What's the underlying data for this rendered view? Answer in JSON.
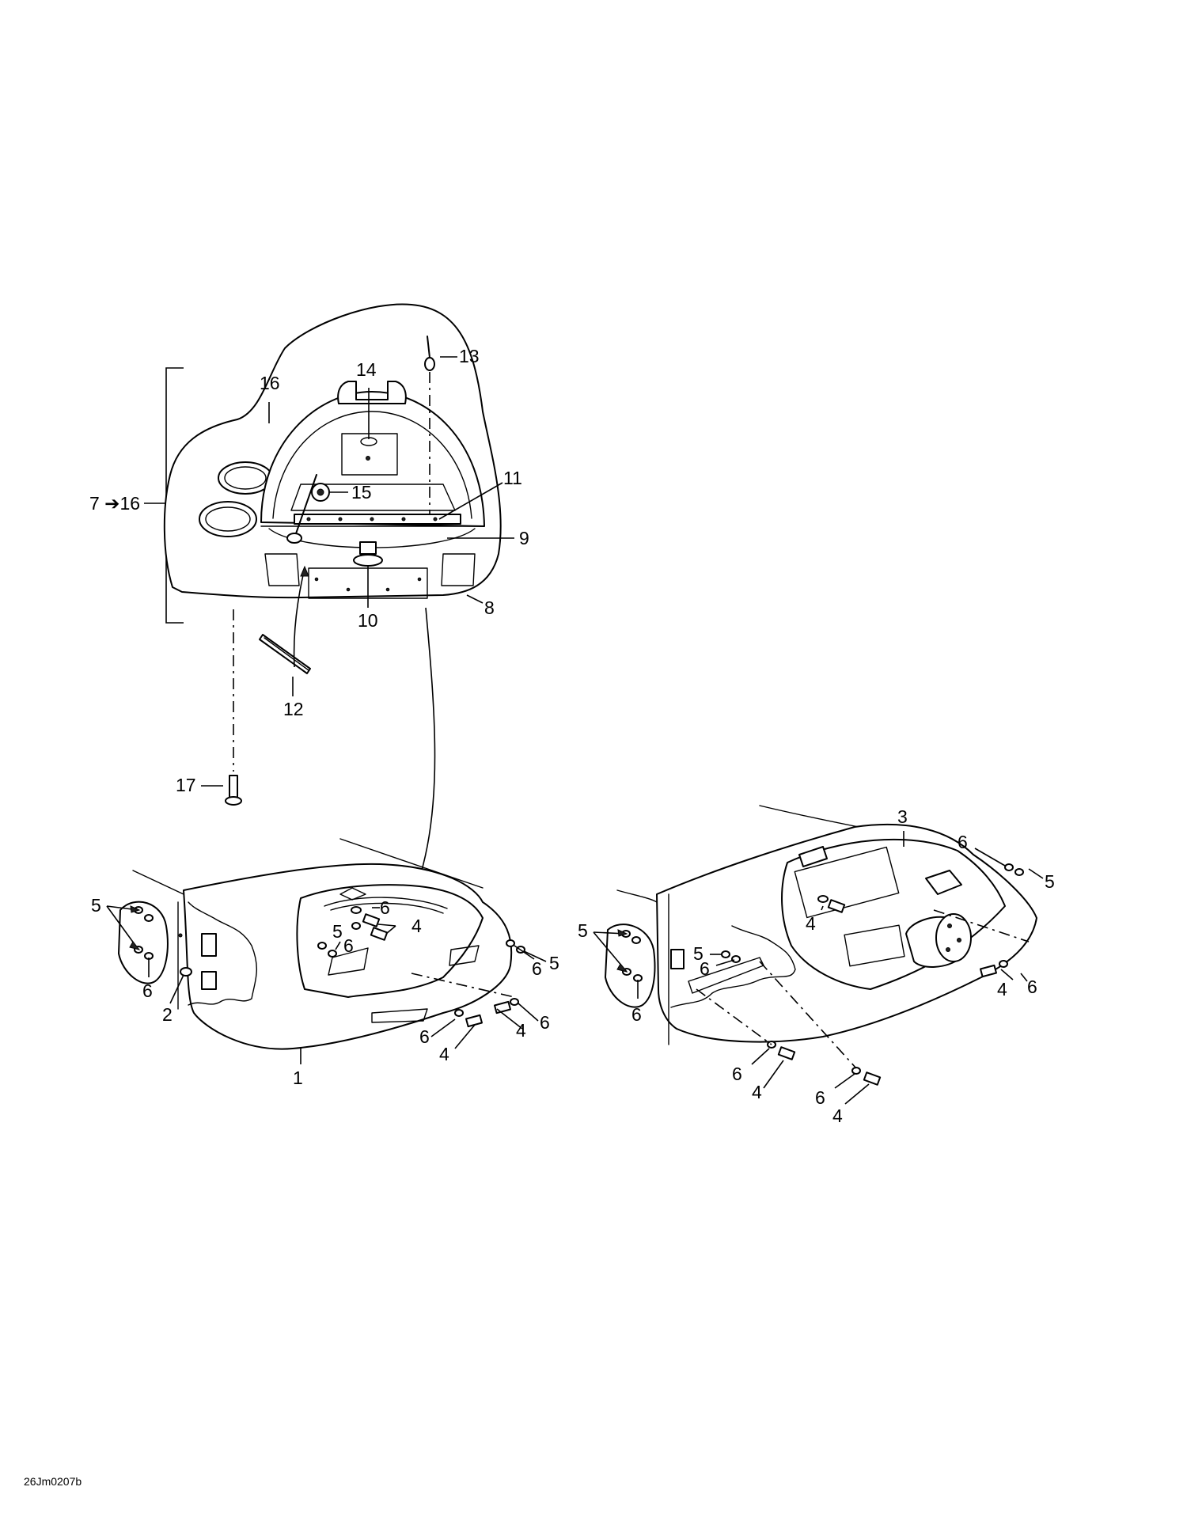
{
  "diagram": {
    "callouts": {
      "c1": "1",
      "c2": "2",
      "c3": "3",
      "c4": "4",
      "c5": "5",
      "c6": "6",
      "c8": "8",
      "c9": "9",
      "c10": "10",
      "c11": "11",
      "c12": "12",
      "c13": "13",
      "c14": "14",
      "c15": "15",
      "c16": "16",
      "c17": "17",
      "range": "7 ➔16"
    },
    "drawing_code": "26Jm0207b"
  }
}
